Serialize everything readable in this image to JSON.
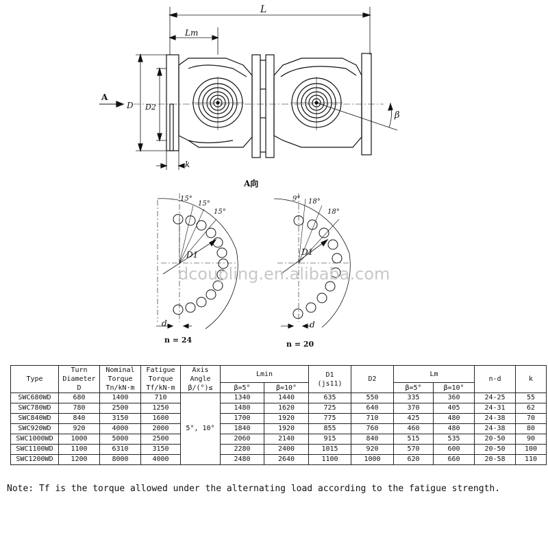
{
  "drawing": {
    "labels": {
      "L": "L",
      "Lm": "Lm",
      "A_arrow": "A",
      "D": "D",
      "D2": "D2",
      "beta": "β",
      "k": "k",
      "view": "A向",
      "left_angles": [
        "15°",
        "15°",
        "15°"
      ],
      "right_angles": [
        "9°",
        "18°",
        "18°"
      ],
      "D1": "D1",
      "d": "d",
      "n_left": "n = 24",
      "n_right": "n = 20"
    },
    "watermark": "dcoupling.en.alibaba.com"
  },
  "table": {
    "headers": {
      "type": "Type",
      "turn_diameter": [
        "Turn",
        "Diameter",
        "D"
      ],
      "nominal_torque": [
        "Nominal",
        "Torque",
        "Tn/kN·m"
      ],
      "fatigue_torque": [
        "Fatigue",
        "Torque",
        "Tf/kN·m"
      ],
      "axis_angle": [
        "Axis",
        "Angle",
        "β/(°)≤"
      ],
      "lmin": "Lmin",
      "lmin_sub": [
        "β=5°",
        "β=10°"
      ],
      "d1": [
        "D1",
        "(js11)"
      ],
      "d2": "D2",
      "lm": "Lm",
      "lm_sub": [
        "β=5°",
        "β=10°"
      ],
      "nd": "n-d",
      "k": "k"
    },
    "axis_angle_value": "5°, 10°",
    "rows": [
      {
        "type": "SWC680WD",
        "turn_d": "680",
        "tn": "1400",
        "tf": "710",
        "lmin5": "1340",
        "lmin10": "1440",
        "d1": "635",
        "d2": "550",
        "lm5": "335",
        "lm10": "360",
        "nd": "24-25",
        "k": "55"
      },
      {
        "type": "SWC780WD",
        "turn_d": "780",
        "tn": "2500",
        "tf": "1250",
        "lmin5": "1480",
        "lmin10": "1620",
        "d1": "725",
        "d2": "640",
        "lm5": "370",
        "lm10": "405",
        "nd": "24-31",
        "k": "62"
      },
      {
        "type": "SWC840WD",
        "turn_d": "840",
        "tn": "3150",
        "tf": "1600",
        "lmin5": "1700",
        "lmin10": "1920",
        "d1": "775",
        "d2": "710",
        "lm5": "425",
        "lm10": "480",
        "nd": "24-38",
        "k": "70"
      },
      {
        "type": "SWC920WD",
        "turn_d": "920",
        "tn": "4000",
        "tf": "2000",
        "lmin5": "1840",
        "lmin10": "1920",
        "d1": "855",
        "d2": "760",
        "lm5": "460",
        "lm10": "480",
        "nd": "24-38",
        "k": "80"
      },
      {
        "type": "SWC1000WD",
        "turn_d": "1000",
        "tn": "5000",
        "tf": "2500",
        "lmin5": "2060",
        "lmin10": "2140",
        "d1": "915",
        "d2": "840",
        "lm5": "515",
        "lm10": "535",
        "nd": "20-50",
        "k": "90"
      },
      {
        "type": "SWC1100WD",
        "turn_d": "1100",
        "tn": "6310",
        "tf": "3150",
        "lmin5": "2280",
        "lmin10": "2400",
        "d1": "1015",
        "d2": "920",
        "lm5": "570",
        "lm10": "600",
        "nd": "20-50",
        "k": "100"
      },
      {
        "type": "SWC1200WD",
        "turn_d": "1200",
        "tn": "8000",
        "tf": "4000",
        "lmin5": "2480",
        "lmin10": "2640",
        "d1": "1100",
        "d2": "1000",
        "lm5": "620",
        "lm10": "660",
        "nd": "20-58",
        "k": "110"
      }
    ]
  },
  "note": "Note: Tf is the torque allowed under the alternating load according to the fatigue strength."
}
